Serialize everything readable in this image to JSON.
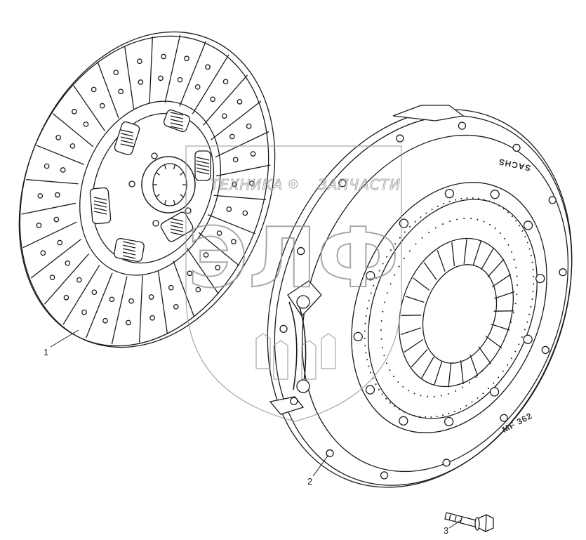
{
  "diagram": {
    "callouts": [
      {
        "id": "1",
        "label": "1"
      },
      {
        "id": "2",
        "label": "2"
      },
      {
        "id": "3",
        "label": "3"
      }
    ],
    "stamps": {
      "brand": "SACHS",
      "model": "MF 362"
    },
    "watermark": {
      "left_text": "ТЕХНИКА",
      "right_text": "ЗАПЧАСТИ",
      "logo_text": "ЭЛФ"
    }
  },
  "colors": {
    "line": "#1a1a1a",
    "watermark": "#9a9a9a",
    "background": "#ffffff"
  }
}
